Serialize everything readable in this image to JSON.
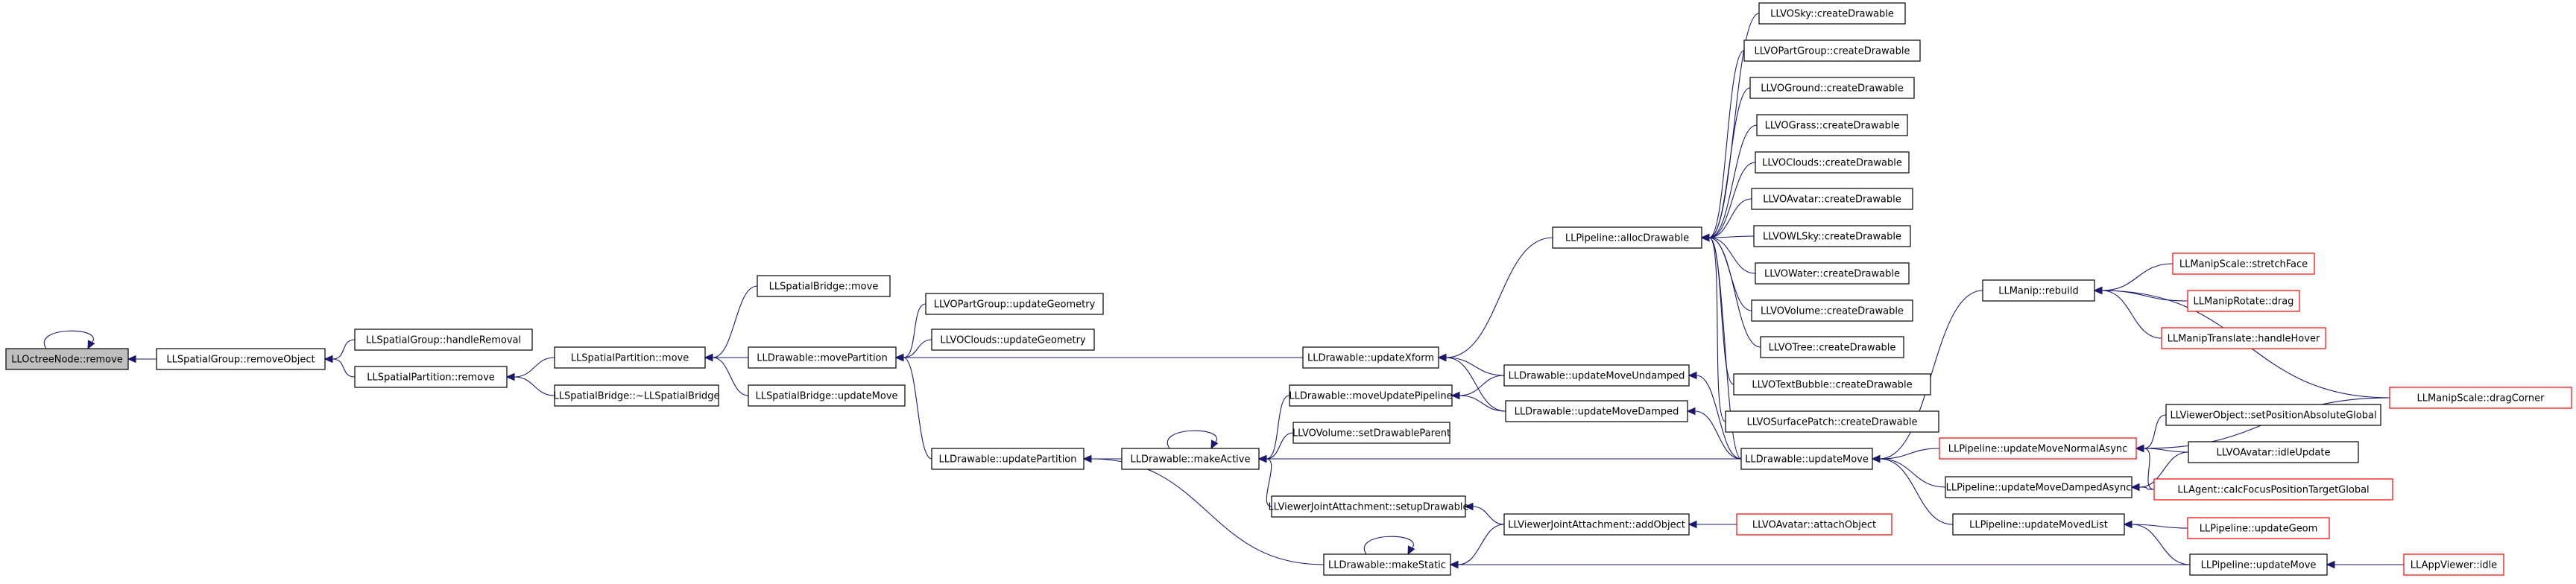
{
  "graph": {
    "nodes": [
      {
        "id": "n0",
        "label": "LLOctreeNode::remove",
        "style": "root"
      },
      {
        "id": "n1",
        "label": "LLSpatialGroup::removeObject"
      },
      {
        "id": "n2",
        "label": "LLSpatialGroup::handleRemoval"
      },
      {
        "id": "n3",
        "label": "LLSpatialPartition::remove"
      },
      {
        "id": "n4",
        "label": "LLSpatialPartition::move"
      },
      {
        "id": "n5",
        "label": "LLSpatialBridge::~LLSpatialBridge"
      },
      {
        "id": "n6",
        "label": "LLSpatialBridge::move"
      },
      {
        "id": "n7",
        "label": "LLDrawable::movePartition"
      },
      {
        "id": "n8",
        "label": "LLSpatialBridge::updateMove"
      },
      {
        "id": "n9",
        "label": "LLVOPartGroup::updateGeometry"
      },
      {
        "id": "n10",
        "label": "LLVOClouds::updateGeometry"
      },
      {
        "id": "n11",
        "label": "LLDrawable::updatePartition"
      },
      {
        "id": "n12",
        "label": "LLDrawable::updateXform"
      },
      {
        "id": "n13",
        "label": "LLDrawable::makeActive"
      },
      {
        "id": "n14",
        "label": "LLDrawable::moveUpdatePipeline"
      },
      {
        "id": "n15",
        "label": "LLVOVolume::setDrawableParent"
      },
      {
        "id": "n16",
        "label": "LLViewerJointAttachment::setupDrawable"
      },
      {
        "id": "n17",
        "label": "LLDrawable::makeStatic"
      },
      {
        "id": "n18",
        "label": "LLPipeline::allocDrawable"
      },
      {
        "id": "n19",
        "label": "LLDrawable::updateMoveUndamped"
      },
      {
        "id": "n20",
        "label": "LLDrawable::updateMoveDamped"
      },
      {
        "id": "n21",
        "label": "LLViewerJointAttachment::addObject"
      },
      {
        "id": "n22",
        "label": "LLVOAvatar::attachObject",
        "style": "external"
      },
      {
        "id": "n23",
        "label": "LLVOSky::createDrawable"
      },
      {
        "id": "n24",
        "label": "LLVOPartGroup::createDrawable"
      },
      {
        "id": "n25",
        "label": "LLVOGround::createDrawable"
      },
      {
        "id": "n26",
        "label": "LLVOGrass::createDrawable"
      },
      {
        "id": "n27",
        "label": "LLVOClouds::createDrawable"
      },
      {
        "id": "n28",
        "label": "LLVOAvatar::createDrawable"
      },
      {
        "id": "n29",
        "label": "LLVOWLSky::createDrawable"
      },
      {
        "id": "n30",
        "label": "LLVOWater::createDrawable"
      },
      {
        "id": "n31",
        "label": "LLVOVolume::createDrawable"
      },
      {
        "id": "n32",
        "label": "LLVOTree::createDrawable"
      },
      {
        "id": "n33",
        "label": "LLVOTextBubble::createDrawable"
      },
      {
        "id": "n34",
        "label": "LLVOSurfacePatch::createDrawable"
      },
      {
        "id": "n35",
        "label": "LLDrawable::updateMove"
      },
      {
        "id": "n36",
        "label": "LLManip::rebuild"
      },
      {
        "id": "n37",
        "label": "LLPipeline::updateMoveNormalAsync",
        "style": "external"
      },
      {
        "id": "n38",
        "label": "LLPipeline::updateMoveDampedAsync"
      },
      {
        "id": "n39",
        "label": "LLPipeline::updateMovedList"
      },
      {
        "id": "n40",
        "label": "LLManipScale::stretchFace",
        "style": "external"
      },
      {
        "id": "n41",
        "label": "LLManipRotate::drag",
        "style": "external"
      },
      {
        "id": "n42",
        "label": "LLManipTranslate::handleHover",
        "style": "external"
      },
      {
        "id": "n43",
        "label": "LLManipScale::dragCorner",
        "style": "external"
      },
      {
        "id": "n44",
        "label": "LLViewerObject::setPositionAbsoluteGlobal"
      },
      {
        "id": "n45",
        "label": "LLVOAvatar::idleUpdate"
      },
      {
        "id": "n46",
        "label": "LLAgent::calcFocusPositionTargetGlobal",
        "style": "external"
      },
      {
        "id": "n47",
        "label": "LLPipeline::updateGeom",
        "style": "external"
      },
      {
        "id": "n48",
        "label": "LLPipeline::updateMove"
      },
      {
        "id": "n49",
        "label": "LLAppViewer::idle",
        "style": "external"
      }
    ],
    "edges": [
      {
        "from": "n0",
        "to": "n0"
      },
      {
        "from": "n1",
        "to": "n0"
      },
      {
        "from": "n2",
        "to": "n1"
      },
      {
        "from": "n3",
        "to": "n1"
      },
      {
        "from": "n4",
        "to": "n3"
      },
      {
        "from": "n5",
        "to": "n3"
      },
      {
        "from": "n6",
        "to": "n4"
      },
      {
        "from": "n7",
        "to": "n4"
      },
      {
        "from": "n8",
        "to": "n4"
      },
      {
        "from": "n9",
        "to": "n7"
      },
      {
        "from": "n10",
        "to": "n7"
      },
      {
        "from": "n11",
        "to": "n7"
      },
      {
        "from": "n12",
        "to": "n7"
      },
      {
        "from": "n13",
        "to": "n11"
      },
      {
        "from": "n17",
        "to": "n11"
      },
      {
        "from": "n18",
        "to": "n12"
      },
      {
        "from": "n19",
        "to": "n12"
      },
      {
        "from": "n20",
        "to": "n12"
      },
      {
        "from": "n13",
        "to": "n13"
      },
      {
        "from": "n14",
        "to": "n13"
      },
      {
        "from": "n15",
        "to": "n13"
      },
      {
        "from": "n16",
        "to": "n13"
      },
      {
        "from": "n35",
        "to": "n13"
      },
      {
        "from": "n19",
        "to": "n14"
      },
      {
        "from": "n20",
        "to": "n14"
      },
      {
        "from": "n21",
        "to": "n16"
      },
      {
        "from": "n17",
        "to": "n17"
      },
      {
        "from": "n21",
        "to": "n17"
      },
      {
        "from": "n48",
        "to": "n17"
      },
      {
        "from": "n22",
        "to": "n21"
      },
      {
        "from": "n23",
        "to": "n18"
      },
      {
        "from": "n24",
        "to": "n18"
      },
      {
        "from": "n25",
        "to": "n18"
      },
      {
        "from": "n26",
        "to": "n18"
      },
      {
        "from": "n27",
        "to": "n18"
      },
      {
        "from": "n28",
        "to": "n18"
      },
      {
        "from": "n29",
        "to": "n18"
      },
      {
        "from": "n30",
        "to": "n18"
      },
      {
        "from": "n31",
        "to": "n18"
      },
      {
        "from": "n32",
        "to": "n18"
      },
      {
        "from": "n33",
        "to": "n18"
      },
      {
        "from": "n34",
        "to": "n18"
      },
      {
        "from": "n35",
        "to": "n18"
      },
      {
        "from": "n35",
        "to": "n19"
      },
      {
        "from": "n35",
        "to": "n20"
      },
      {
        "from": "n36",
        "to": "n35"
      },
      {
        "from": "n37",
        "to": "n35"
      },
      {
        "from": "n38",
        "to": "n35"
      },
      {
        "from": "n39",
        "to": "n35"
      },
      {
        "from": "n40",
        "to": "n36"
      },
      {
        "from": "n41",
        "to": "n36"
      },
      {
        "from": "n42",
        "to": "n36"
      },
      {
        "from": "n43",
        "to": "n36"
      },
      {
        "from": "n43",
        "to": "n37"
      },
      {
        "from": "n44",
        "to": "n37"
      },
      {
        "from": "n45",
        "to": "n37"
      },
      {
        "from": "n46",
        "to": "n37"
      },
      {
        "from": "n45",
        "to": "n38"
      },
      {
        "from": "n46",
        "to": "n38"
      },
      {
        "from": "n47",
        "to": "n39"
      },
      {
        "from": "n48",
        "to": "n39"
      },
      {
        "from": "n49",
        "to": "n48"
      }
    ]
  }
}
